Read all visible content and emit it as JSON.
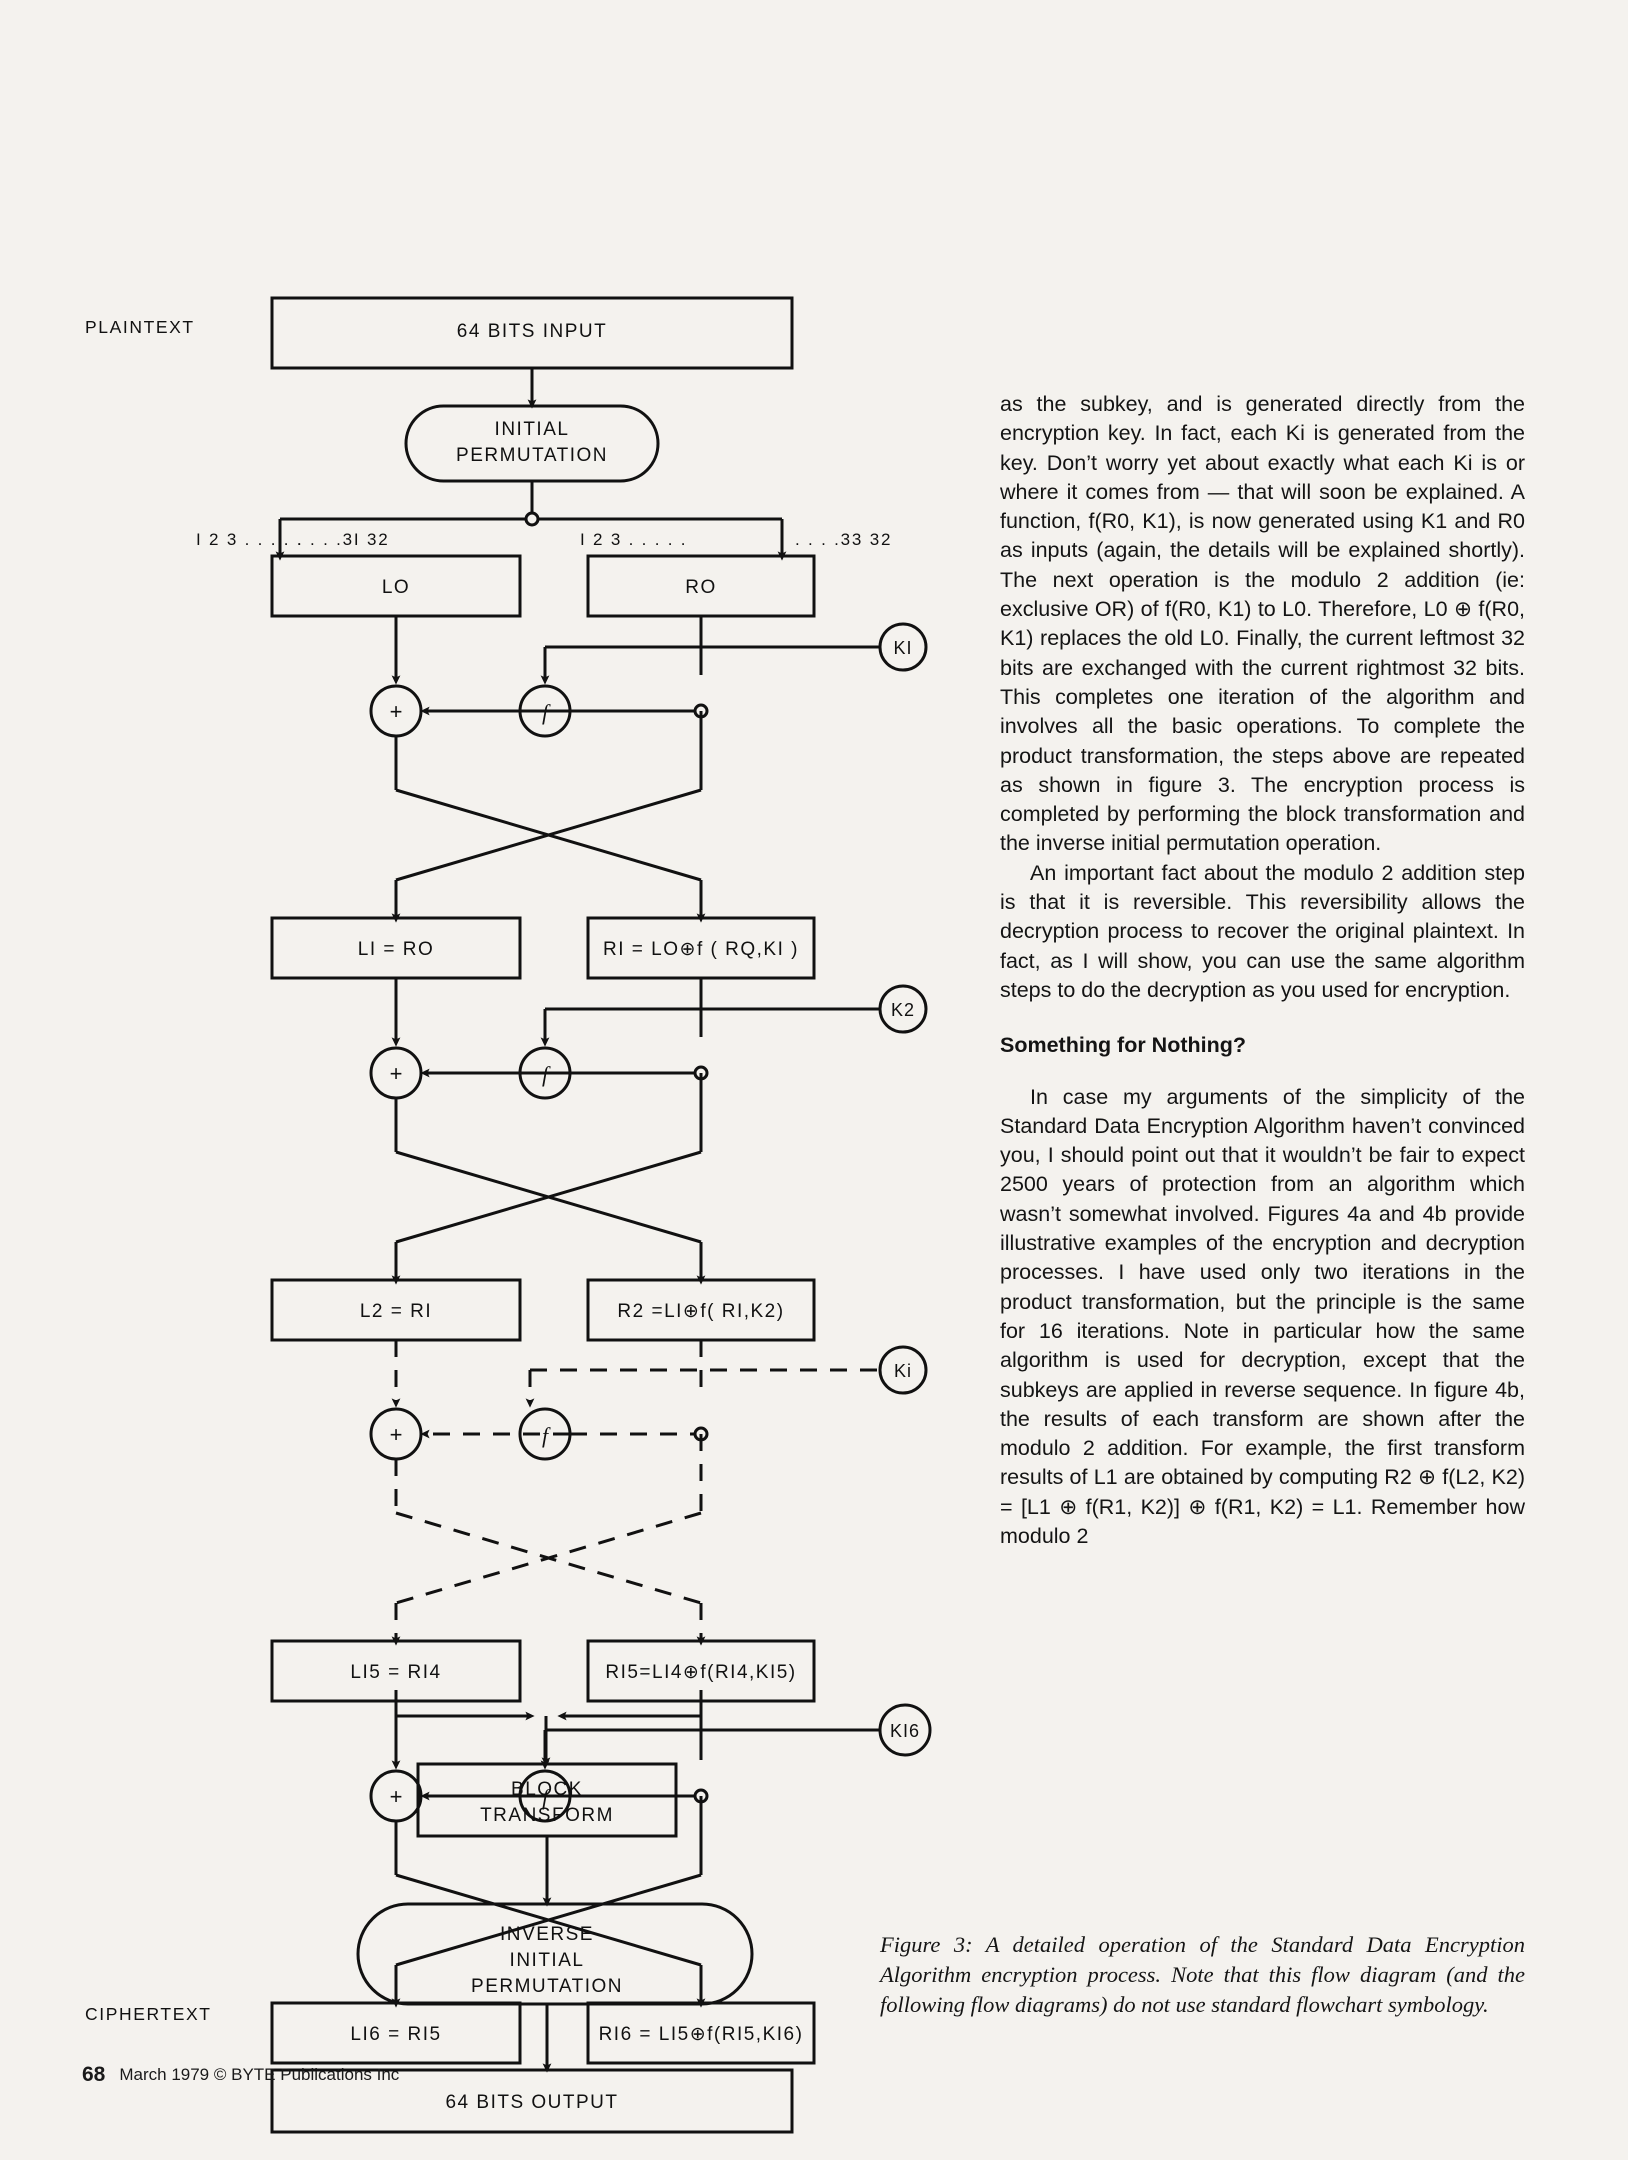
{
  "diagram": {
    "side_labels": {
      "plaintext": "PLAINTEXT",
      "ciphertext": "CIPHERTEXT"
    },
    "input_box": "64 BITS INPUT",
    "output_box": "64 BITS OUTPUT",
    "initial_permutation": {
      "line1": "INITIAL",
      "line2": "PERMUTATION"
    },
    "inverse_initial_permutation": {
      "line1": "INVERSE",
      "line2": "INITIAL",
      "line3": "PERMUTATION"
    },
    "block_transform": {
      "line1": "BLOCK",
      "line2": "TRANSFORM"
    },
    "bit_labels": {
      "left_low": "I 2 3 . . . . .",
      "left_high": ". . . .3I  32",
      "right_low": "I 2 3 . . . . .",
      "right_high": ". . . .33  32"
    },
    "rounds": [
      {
        "left": "LO",
        "right": "RO",
        "key": "KI"
      },
      {
        "left": "LI = RO",
        "right": "RI = LO⊕f ( RQ,KI )",
        "key": "K2"
      },
      {
        "left": "L2 = RI",
        "right": "R2 =LI⊕f( RI,K2)",
        "key": "Ki"
      },
      {
        "left": "LI5 = RI4",
        "right": "RI5=LI4⊕f(RI4,KI5)",
        "key": "KI6"
      },
      {
        "left": "LI6 = RI5",
        "right": "RI6 = LI5⊕f(RI5,KI6)",
        "key": ""
      }
    ],
    "operator_add": "+",
    "operator_f": "f"
  },
  "article": {
    "paragraphs": [
      "as the subkey, and is generated directly from the encryption key. In fact, each Ki is generated from the key. Don’t worry yet about exactly what each Ki is or where it comes from — that will soon be explained. A function, f(R0, K1), is now generated using K1 and R0 as inputs (again, the details will be explained shortly). The next operation is the modulo 2 addition (ie: exclusive OR) of f(R0, K1) to L0. Therefore, L0 ⊕ f(R0, K1) replaces the old L0. Finally, the current leftmost 32 bits are exchanged with the current rightmost 32 bits. This completes one iteration of the algorithm and involves all the basic operations. To complete the product transformation, the steps above are repeated as shown in figure 3. The encryption process is completed by performing the block transformation and the inverse initial permutation operation.",
      "An important fact about the modulo 2 addition step is that it is reversible. This reversibility allows the decryption process to recover the original plaintext. In fact, as I will show, you can use the same algorithm steps to do the decryption as you used for encryption."
    ],
    "subhead": "Something for Nothing?",
    "paragraph3": "In case my arguments of the simplicity of the Standard Data Encryption Algorithm haven’t convinced you, I should point out that it wouldn’t be fair to expect 2500 years of protection from an algorithm which wasn’t somewhat involved. Figures 4a and 4b provide illustrative examples of the encryption and decryption processes. I have used only two iterations in the product transformation, but the principle is the same for 16 iterations. Note in particular how the same algorithm is used for decryption, except that the subkeys are applied in reverse sequence. In figure 4b, the results of each transform are shown after the modulo 2 addition. For example, the first transform results of L1 are obtained by computing R2 ⊕ f(L2, K2) = [L1 ⊕ f(R1, K2)] ⊕ f(R1, K2) = L1. Remember how modulo 2"
  },
  "figure_caption": "Figure 3: A detailed operation of the Standard Data Encryption Algorithm encryption process. Note that this flow diagram (and the following flow diagrams) do not use standard flowchart symbology.",
  "footer": {
    "page_number": "68",
    "credit": "March 1979 © BYTE Publications Inc"
  },
  "colors": {
    "paper": "#f4f2ee",
    "ink": "#111111"
  }
}
